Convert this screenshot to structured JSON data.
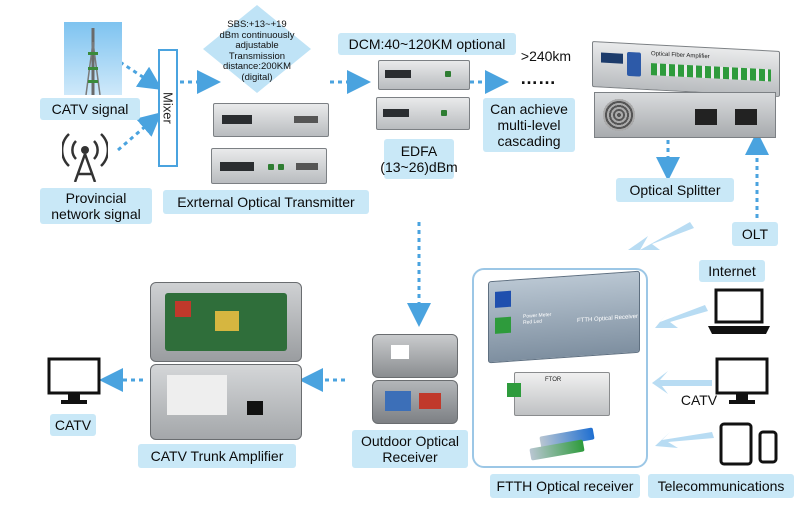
{
  "labels": {
    "catv_signal": "CATV signal",
    "provincial": "Provincial\nnetwork signal",
    "mixer": "Mixer",
    "transmitter": "Exrternal Optical Transmitter",
    "sbs": "SBS:+13~+19\ndBm continuously\nadjustable\nTransmission\ndistance:200KM\n(digital)",
    "dcm": "DCM:40~120KM optional",
    "edfa": "EDFA\n(13~26)dBm",
    "gt240": ">240km",
    "dots": "……",
    "cascading": "Can achieve\nmulti-level\ncascading",
    "splitter": "Optical Splitter",
    "olt": "OLT",
    "internet": "Internet",
    "catv_right": "CATV",
    "telecom": "Telecommunications",
    "ftth": "FTTH Optical receiver",
    "outdoor": "Outdoor Optical\nReceiver",
    "trunk": "CATV Trunk Amplifier",
    "catv_left": "CATV",
    "amp_panel": "Optical Fiber Amplifier",
    "ftth_panel": "FTTH Optical Receiver",
    "ftth_small": "Power Meter\nRed Led",
    "small_label": "FTOR"
  },
  "colors": {
    "label_bg": "#c9e8f7",
    "arrow": "#4aa3df",
    "panel_border": "#9cc7e6",
    "diamond": "#bfe3f6"
  }
}
